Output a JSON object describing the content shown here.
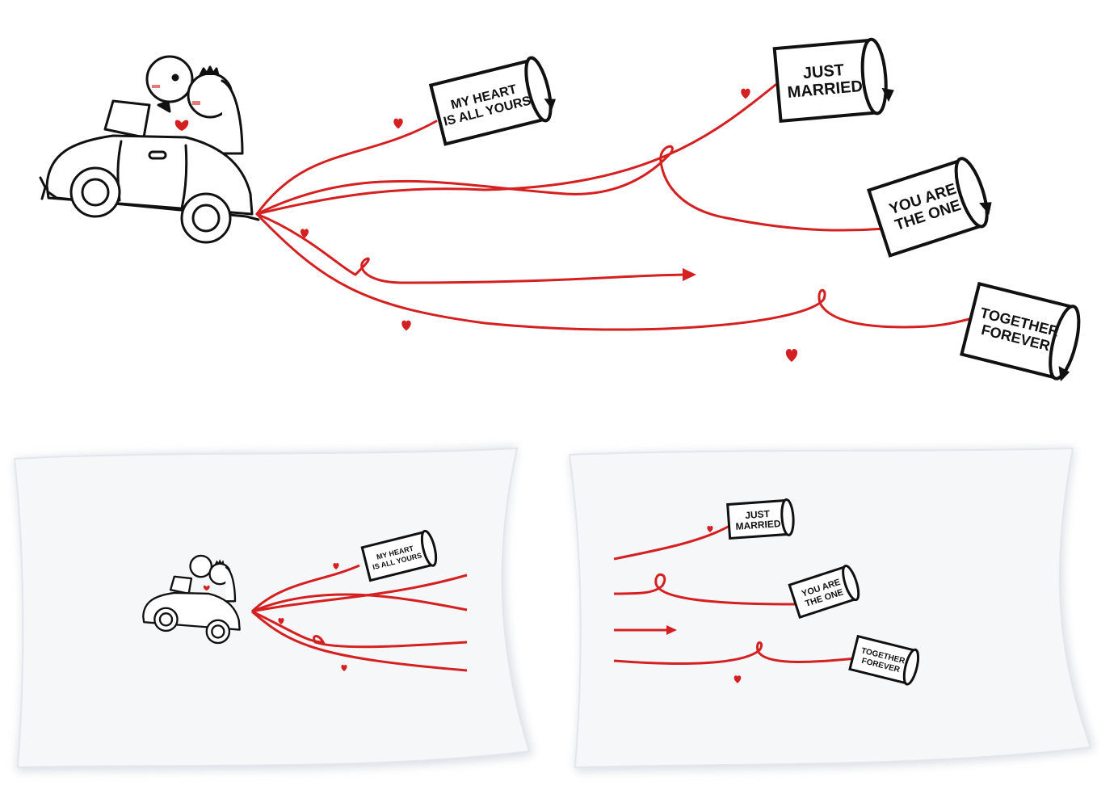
{
  "illustration": {
    "cans": [
      {
        "line1": "MY HEART",
        "line2": "IS ALL YOURS"
      },
      {
        "line1": "JUST",
        "line2": "MARRIED"
      },
      {
        "line1": "YOU ARE",
        "line2": "THE ONE"
      },
      {
        "line1": "TOGETHER",
        "line2": "FOREVER"
      }
    ],
    "ribbon_color": "#d42020",
    "outline_color": "#111111"
  },
  "pillows": {
    "left": {
      "cans": [
        {
          "line1": "MY HEART",
          "line2": "IS ALL YOURS"
        }
      ]
    },
    "right": {
      "cans": [
        {
          "line1": "JUST",
          "line2": "MARRIED"
        },
        {
          "line1": "YOU ARE",
          "line2": "THE ONE"
        },
        {
          "line1": "TOGETHER",
          "line2": "FOREVER"
        }
      ]
    }
  }
}
